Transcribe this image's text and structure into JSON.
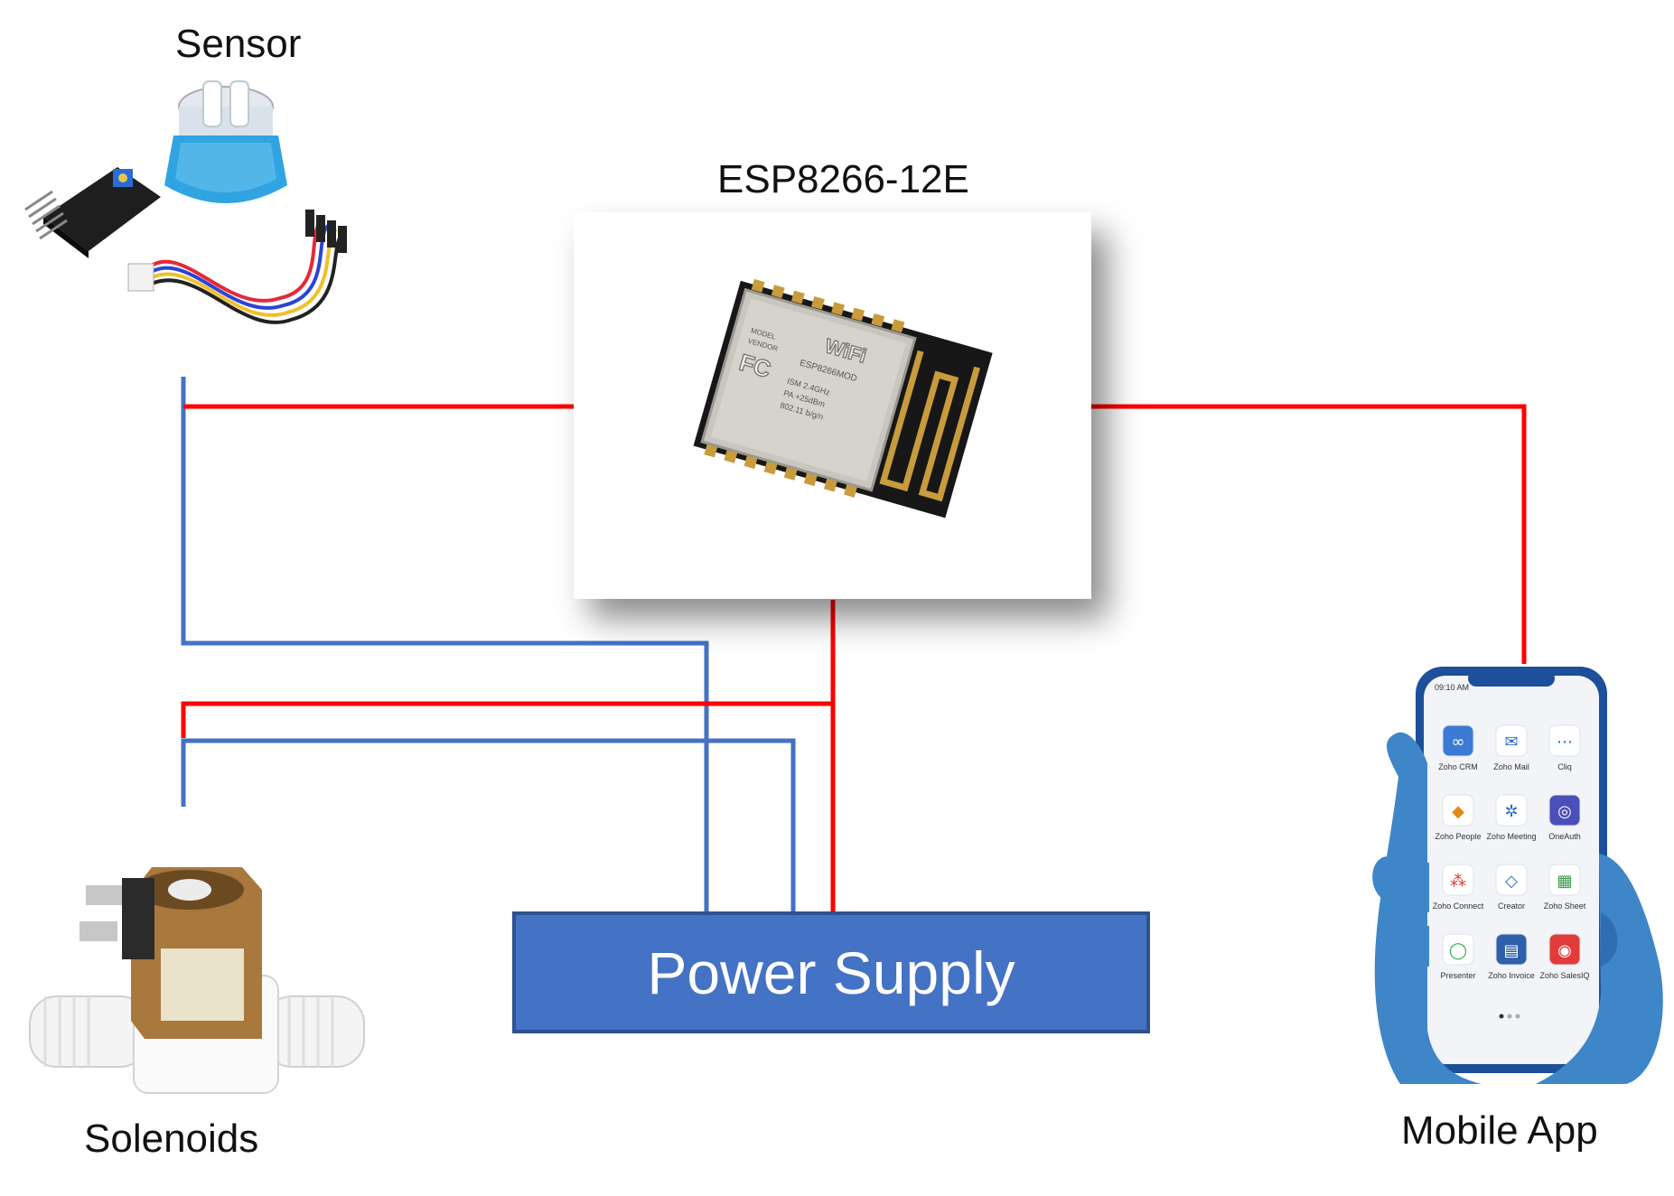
{
  "labels": {
    "sensor": "Sensor",
    "esp": "ESP8266-12E",
    "solenoids": "Solenoids",
    "mobile_app": "Mobile App",
    "power_supply": "Power Supply"
  },
  "esp_module": {
    "shield_text": [
      "MODEL",
      "VENDOR",
      "ESP8266MOD",
      "ISM 2.4GHz",
      "PA +25dBm",
      "802.11 b/g/n"
    ],
    "wifi_logo": "WiFi",
    "fc_logo": "FC"
  },
  "phone": {
    "status_time": "09:10 AM",
    "apps": [
      "Zoho CRM",
      "Zoho Mail",
      "Cliq",
      "Zoho People",
      "Zoho Meeting",
      "OneAuth",
      "Zoho Connect",
      "Creator",
      "Zoho Sheet",
      "Presenter",
      "Zoho Invoice",
      "Zoho SalesIQ"
    ]
  },
  "colors": {
    "wire_red": "#ff0000",
    "wire_blue": "#4472c4",
    "power_supply_fill": "#4472c4",
    "power_supply_border": "#2f528f",
    "hand": "#3f86c8"
  }
}
